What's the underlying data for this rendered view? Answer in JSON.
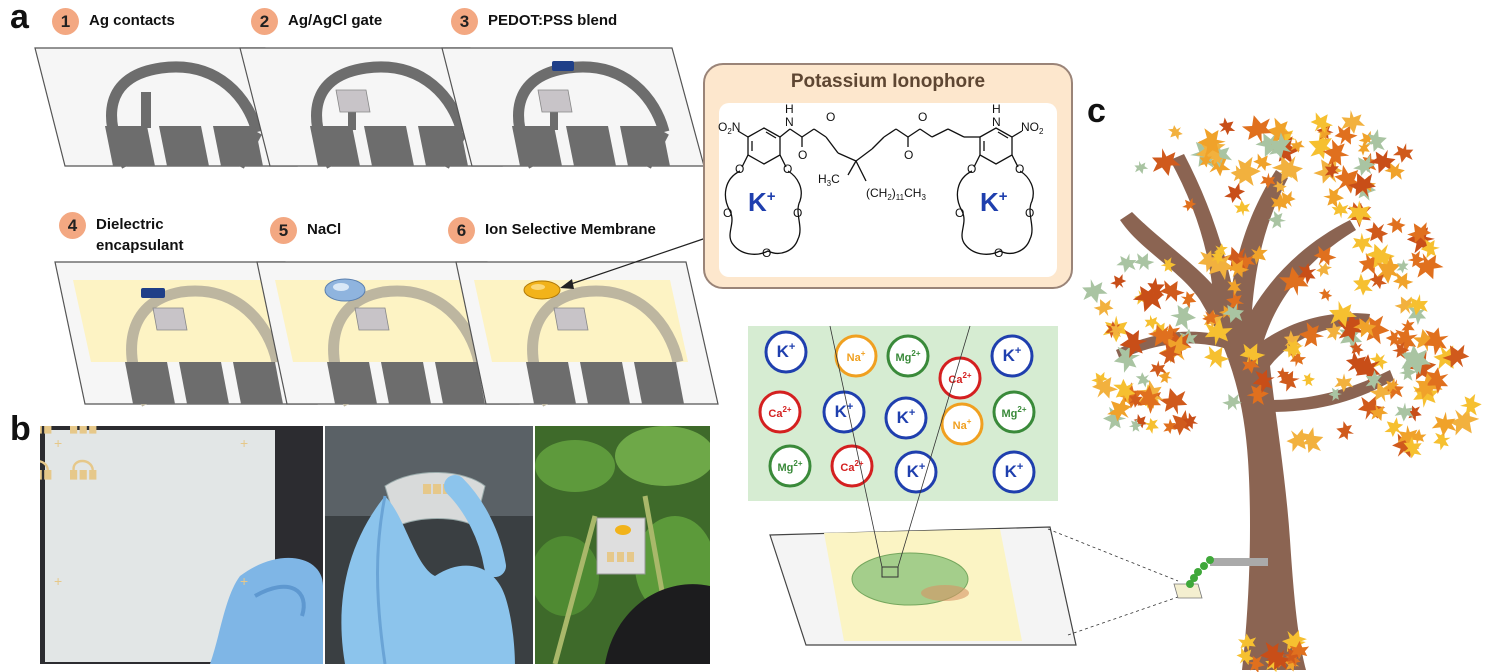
{
  "panels": {
    "a": "a",
    "b": "b",
    "c": "c"
  },
  "steps": [
    {
      "num": "1",
      "label": "Ag contacts"
    },
    {
      "num": "2",
      "label": "Ag/AgCl gate"
    },
    {
      "num": "3",
      "label": "PEDOT:PSS blend"
    },
    {
      "num": "4",
      "label": "Dielectric\nencapsulant"
    },
    {
      "num": "5",
      "label": "NaCl"
    },
    {
      "num": "6",
      "label": "Ion Selective Membrane"
    }
  ],
  "ionophore": {
    "title": "Potassium Ionophore",
    "k_left": "K",
    "k_right": "K",
    "charge": "+",
    "nh": "H",
    "no2_left": "O",
    "no2_left_sub": "2",
    "no2_left_n": "N",
    "no2_right": "NO",
    "no2_right_sub": "2",
    "h3c": "H",
    "h3c_sub": "3",
    "h3c_c": "C",
    "ch2_open": "(CH",
    "ch2_sub1": "2",
    "ch2_close": ")",
    "ch2_sub2": "11",
    "ch3": "CH",
    "ch3_sub": "3",
    "o": "O",
    "n": "N"
  },
  "ions": [
    {
      "symbol": "K",
      "charge": "+",
      "color": "#1f3fae"
    },
    {
      "symbol": "Na",
      "charge": "+",
      "color": "#f0a020"
    },
    {
      "symbol": "Mg",
      "charge": "2+",
      "color": "#3a8a3a"
    },
    {
      "symbol": "Ca",
      "charge": "2+",
      "color": "#d42020"
    },
    {
      "symbol": "K",
      "charge": "+",
      "color": "#1f3fae"
    },
    {
      "symbol": "Ca",
      "charge": "2+",
      "color": "#d42020"
    },
    {
      "symbol": "K",
      "charge": "+",
      "color": "#1f3fae"
    },
    {
      "symbol": "K",
      "charge": "+",
      "color": "#1f3fae"
    },
    {
      "symbol": "Na",
      "charge": "+",
      "color": "#f0a020"
    },
    {
      "symbol": "Mg",
      "charge": "2+",
      "color": "#3a8a3a"
    },
    {
      "symbol": "Mg",
      "charge": "2+",
      "color": "#3a8a3a"
    },
    {
      "symbol": "Ca",
      "charge": "2+",
      "color": "#d42020"
    },
    {
      "symbol": "K",
      "charge": "+",
      "color": "#1f3fae"
    },
    {
      "symbol": "K",
      "charge": "+",
      "color": "#1f3fae"
    }
  ],
  "colors": {
    "step_badge": "#f3a882",
    "box_fill": "#fde7cd",
    "box_border": "#9a8478",
    "electrode": "#6d6d6d",
    "encapsulant": "#fdf3c4",
    "membrane": "#f2b31a",
    "ion_panel": "#d6ecd2",
    "trunk": "#8b6452"
  }
}
